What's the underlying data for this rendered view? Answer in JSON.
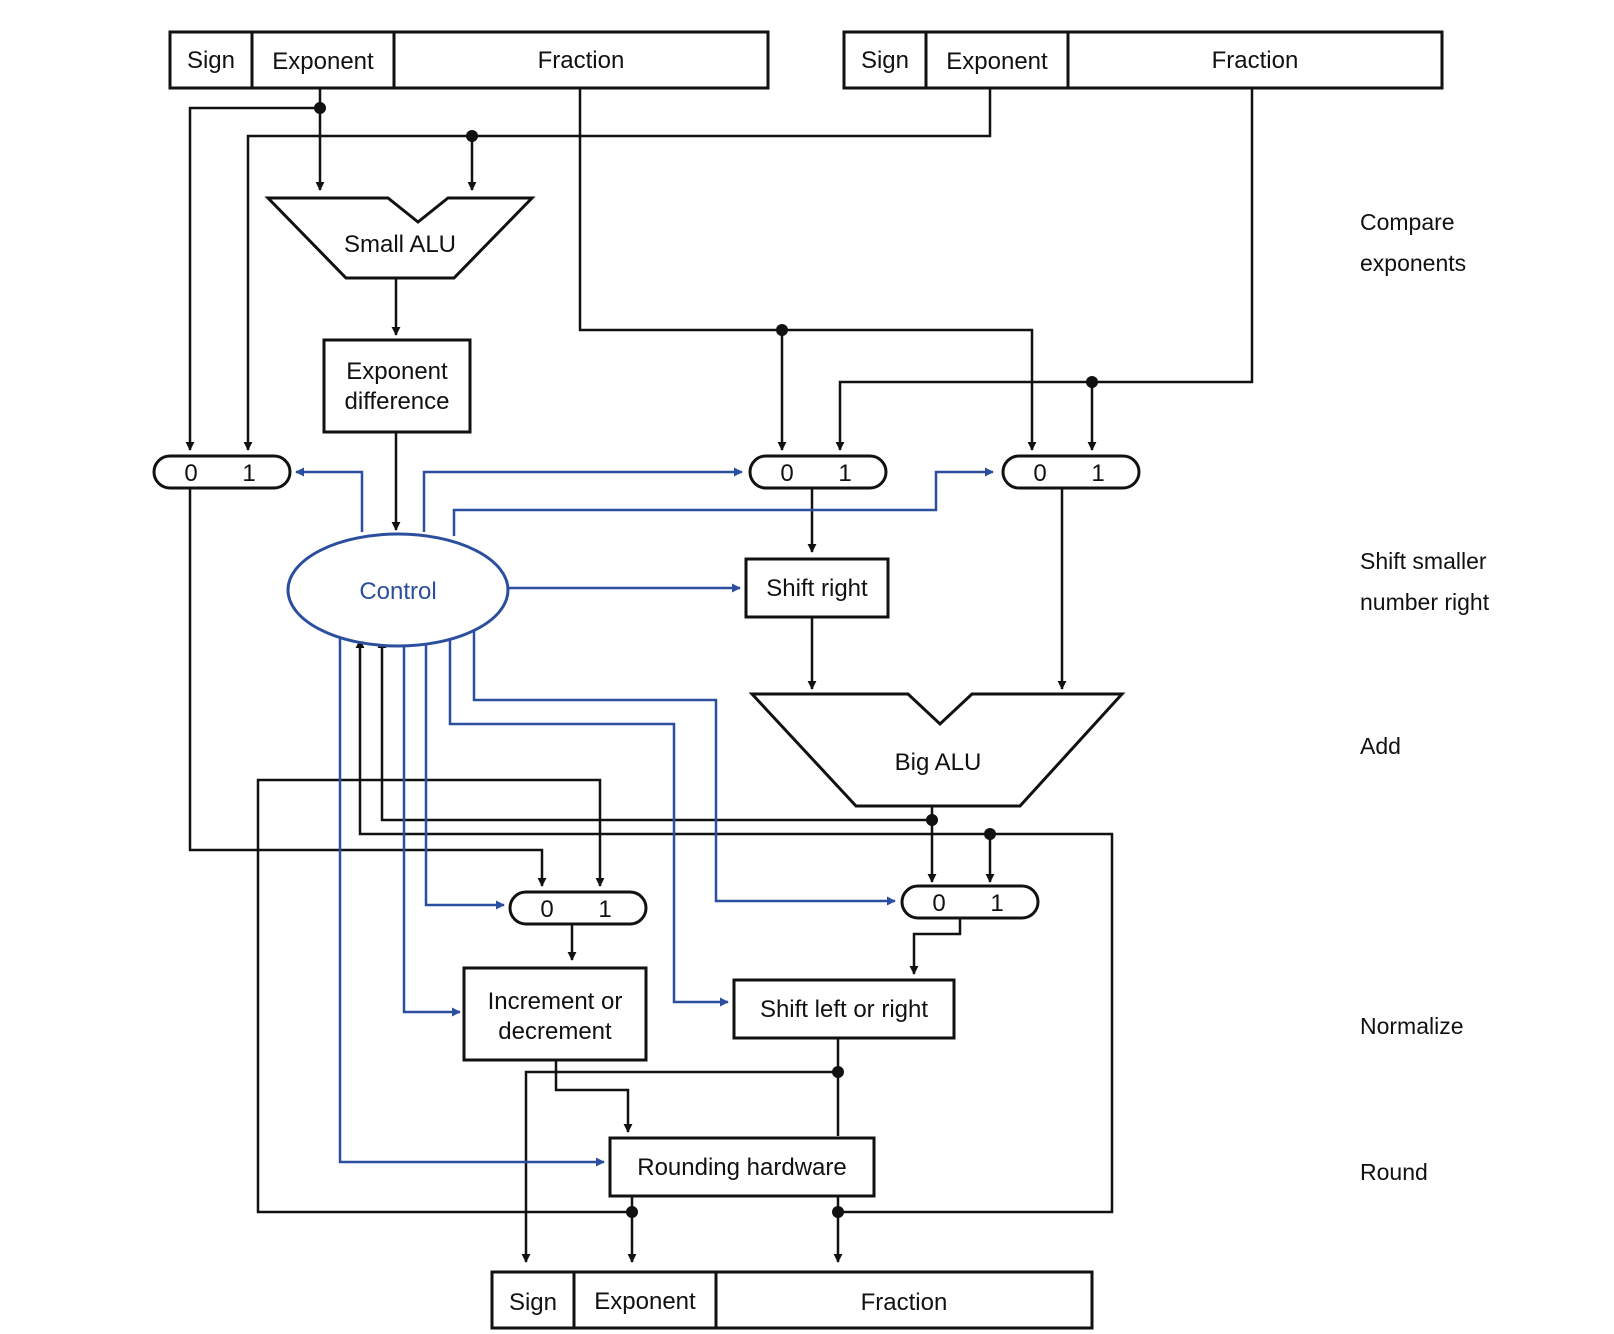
{
  "colors": {
    "line": "#111111",
    "control": "#2b4f9e",
    "background": "#ffffff"
  },
  "registers": {
    "input_a": {
      "sign": "Sign",
      "exponent": "Exponent",
      "fraction": "Fraction"
    },
    "input_b": {
      "sign": "Sign",
      "exponent": "Exponent",
      "fraction": "Fraction"
    },
    "result": {
      "sign": "Sign",
      "exponent": "Exponent",
      "fraction": "Fraction"
    }
  },
  "units": {
    "small_alu": "Small ALU",
    "exponent_difference": [
      "Exponent",
      "difference"
    ],
    "control": "Control",
    "shift_right": "Shift right",
    "big_alu": "Big ALU",
    "increment_decrement": [
      "Increment or",
      "decrement"
    ],
    "shift_left_right": "Shift left or right",
    "rounding": "Rounding hardware"
  },
  "mux": {
    "in0": "0",
    "in1": "1"
  },
  "stages": {
    "compare": [
      "Compare",
      "exponents"
    ],
    "shift": [
      "Shift smaller",
      "number right"
    ],
    "add": "Add",
    "normalize": "Normalize",
    "round": "Round"
  }
}
